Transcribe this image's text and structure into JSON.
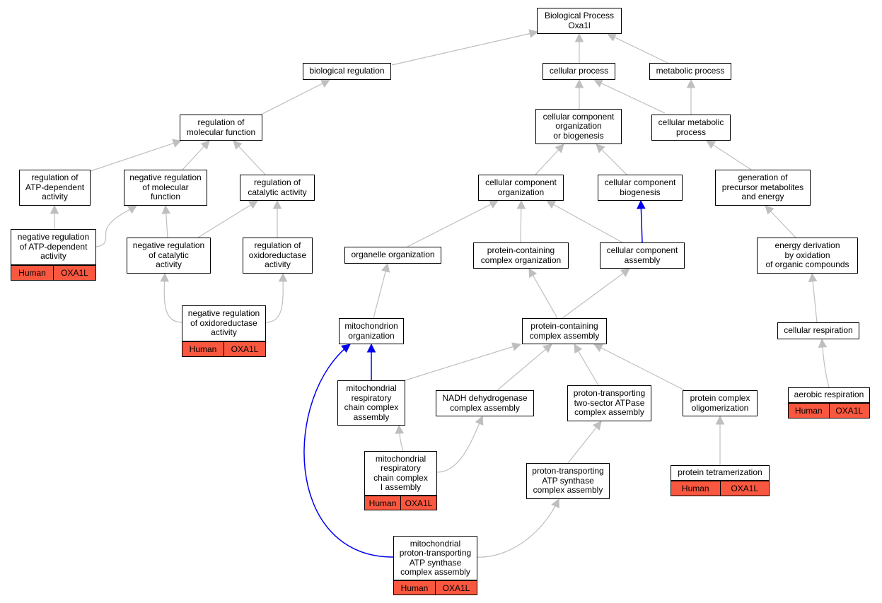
{
  "colors": {
    "edge": "#bfbfbf",
    "highlight_edge": "#0000ee",
    "annotation_fill": "#f9573f"
  },
  "nodes": {
    "root": "Biological Process\nOxa1l",
    "bio_reg": "biological regulation",
    "cell_proc": "cellular process",
    "met_proc": "metabolic process",
    "reg_mol_func": "regulation of\nmolecular function",
    "ccob": "cellular component\norganization\nor biogenesis",
    "cell_met_proc": "cellular metabolic\nprocess",
    "reg_atp": "regulation of\nATP-dependent\nactivity",
    "neg_reg_mol": "negative regulation\nof molecular\nfunction",
    "reg_cat": "regulation of\ncatalytic activity",
    "cco": "cellular component\norganization",
    "ccb": "cellular component\nbiogenesis",
    "gen_prec": "generation of\nprecursor metabolites\nand energy",
    "neg_reg_atp": "negative regulation\nof ATP-dependent\nactivity",
    "neg_reg_cat": "negative regulation\nof catalytic\nactivity",
    "reg_oxido": "regulation of\noxidoreductase\nactivity",
    "organelle_org": "organelle organization",
    "pcco": "protein-containing\ncomplex organization",
    "cca": "cellular component\nassembly",
    "energy_deriv": "energy derivation\nby oxidation\nof organic compounds",
    "neg_reg_oxido": "negative regulation\nof oxidoreductase\nactivity",
    "mito_org": "mitochondrion\norganization",
    "pcca": "protein-containing\ncomplex assembly",
    "cell_resp": "cellular respiration",
    "mrcca": "mitochondrial\nrespiratory\nchain complex\nassembly",
    "nadh": "NADH dehydrogenase\ncomplex assembly",
    "pt_two": "proton-transporting\ntwo-sector ATPase\ncomplex assembly",
    "pc_olig": "protein complex\noligomerization",
    "aerobic": "aerobic respiration",
    "mrcc1": "mitochondrial\nrespiratory\nchain complex\nI assembly",
    "pt_atp": "proton-transporting\nATP synthase\ncomplex assembly",
    "prot_tetra": "protein tetramerization",
    "mito_pt": "mitochondrial\nproton-transporting\nATP synthase\ncomplex assembly"
  },
  "annotations": {
    "neg_reg_atp": [
      "Human",
      "OXA1L"
    ],
    "neg_reg_oxido": [
      "Human",
      "OXA1L"
    ],
    "aerobic": [
      "Human",
      "OXA1L"
    ],
    "mrcc1": [
      "Human",
      "OXA1L"
    ],
    "prot_tetra": [
      "Human",
      "OXA1L"
    ],
    "mito_pt": [
      "Human",
      "OXA1L"
    ]
  }
}
